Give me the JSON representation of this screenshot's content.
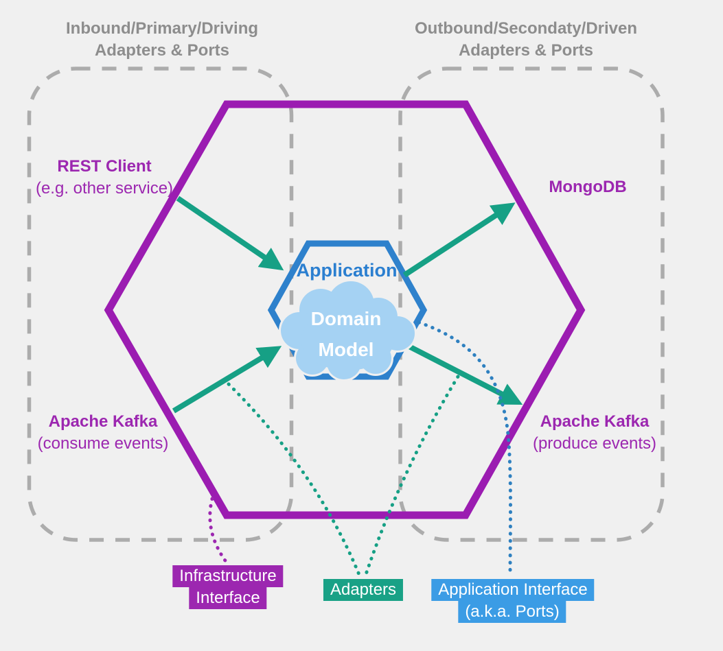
{
  "regions": {
    "inbound": {
      "title_line1": "Inbound/Primary/Driving",
      "title_line2": "Adapters & Ports"
    },
    "outbound": {
      "title_line1": "Outbound/Secondaty/Driven",
      "title_line2": "Adapters & Ports"
    }
  },
  "hexagon": {
    "application_label": "Application",
    "domain_model_line1": "Domain",
    "domain_model_line2": "Model"
  },
  "adapters": {
    "rest_client": {
      "name": "REST Client",
      "detail": "(e.g. other service)"
    },
    "kafka_consume": {
      "name": "Apache Kafka",
      "detail": "(consume events)"
    },
    "mongodb": {
      "name": "MongoDB"
    },
    "kafka_produce": {
      "name": "Apache Kafka",
      "detail": "(produce events)"
    }
  },
  "legend": {
    "infrastructure_interface": {
      "line1": "Infrastructure",
      "line2": "Interface"
    },
    "adapters_label": "Adapters",
    "application_interface": {
      "line1": "Application Interface",
      "line2": "(a.k.a. Ports)"
    }
  },
  "colors": {
    "purple": "#9C27B0",
    "green": "#16A085",
    "green_label_bg": "#19A186",
    "blue_hexagon_stroke": "#2E81CC",
    "blue_label_bg": "#3B9CE5",
    "blue_text": "#2B7FD0",
    "blue_dotted": "#2E80C0",
    "cloud_fill": "#A5D2F3",
    "gray_dash": "#ACACAC",
    "gray_title_text": "#8D8D8D",
    "background": "#F0F0F0"
  }
}
